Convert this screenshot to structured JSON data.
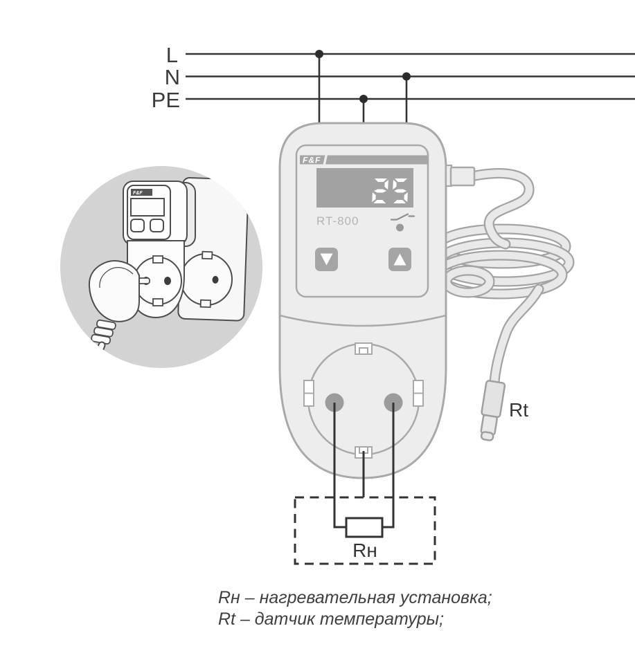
{
  "power_lines": {
    "labels": [
      "L",
      "N",
      "PE"
    ]
  },
  "device": {
    "brand": "F&F",
    "model": "RT-800",
    "display_value": "25",
    "buttons": [
      {
        "name": "down",
        "icon": "triangle-down"
      },
      {
        "name": "up",
        "icon": "triangle-up"
      }
    ]
  },
  "sensor_label": "Rt",
  "heater_label": "Rн",
  "caption": {
    "line1": "Rн – нагревательная установка;",
    "line2": "Rt – датчик температуры;"
  },
  "colors": {
    "wire": "#333333",
    "device_fill": "#ededed",
    "device_stroke": "#a9a9a9",
    "panel_gray": "#a5a5a5",
    "display_gray": "#a2a2a2",
    "display_digits": "#ffffff",
    "inset_background": "#d3d3d3",
    "cable_fill": "#e9e9e9",
    "cable_stroke": "#a3a3a3",
    "text": "#3a3a3a"
  }
}
